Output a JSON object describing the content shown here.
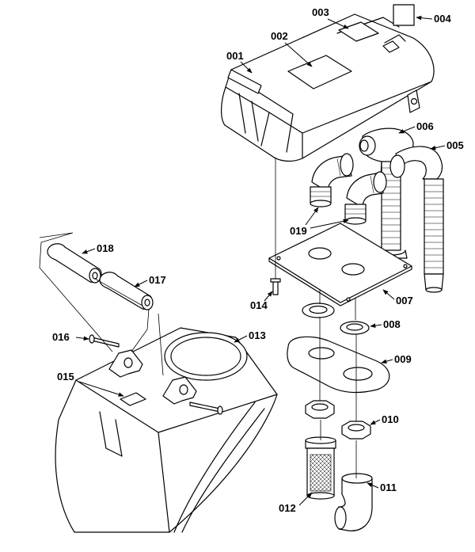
{
  "callouts": {
    "p001": "001",
    "p002": "002",
    "p003": "003",
    "p004": "004",
    "p005": "005",
    "p006": "006",
    "p007": "007",
    "p008": "008",
    "p009": "009",
    "p010": "010",
    "p011": "011",
    "p012": "012",
    "p013": "013",
    "p014": "014",
    "p015": "015",
    "p016": "016",
    "p017": "017",
    "p018": "018",
    "p019": "019"
  }
}
